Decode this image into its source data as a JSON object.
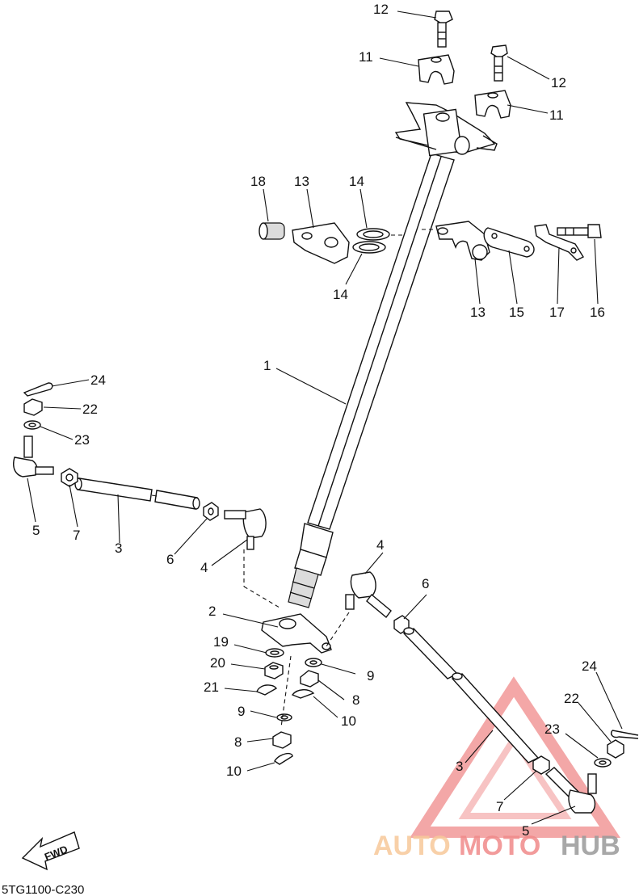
{
  "diagram": {
    "code": "5TG1100-C230",
    "fwd_label": "FWD",
    "callouts": [
      "12",
      "11",
      "12",
      "11",
      "18",
      "13",
      "14",
      "14",
      "13",
      "15",
      "17",
      "16",
      "1",
      "24",
      "22",
      "23",
      "5",
      "7",
      "3",
      "6",
      "4",
      "4",
      "6",
      "2",
      "19",
      "9",
      "20",
      "8",
      "21",
      "10",
      "9",
      "8",
      "10",
      "24",
      "22",
      "23",
      "3",
      "7",
      "5"
    ]
  },
  "watermark": {
    "part1": "AUTO",
    "part2": "MOTO",
    "part3": "HUB",
    "color_accent": "#f08a8a"
  }
}
